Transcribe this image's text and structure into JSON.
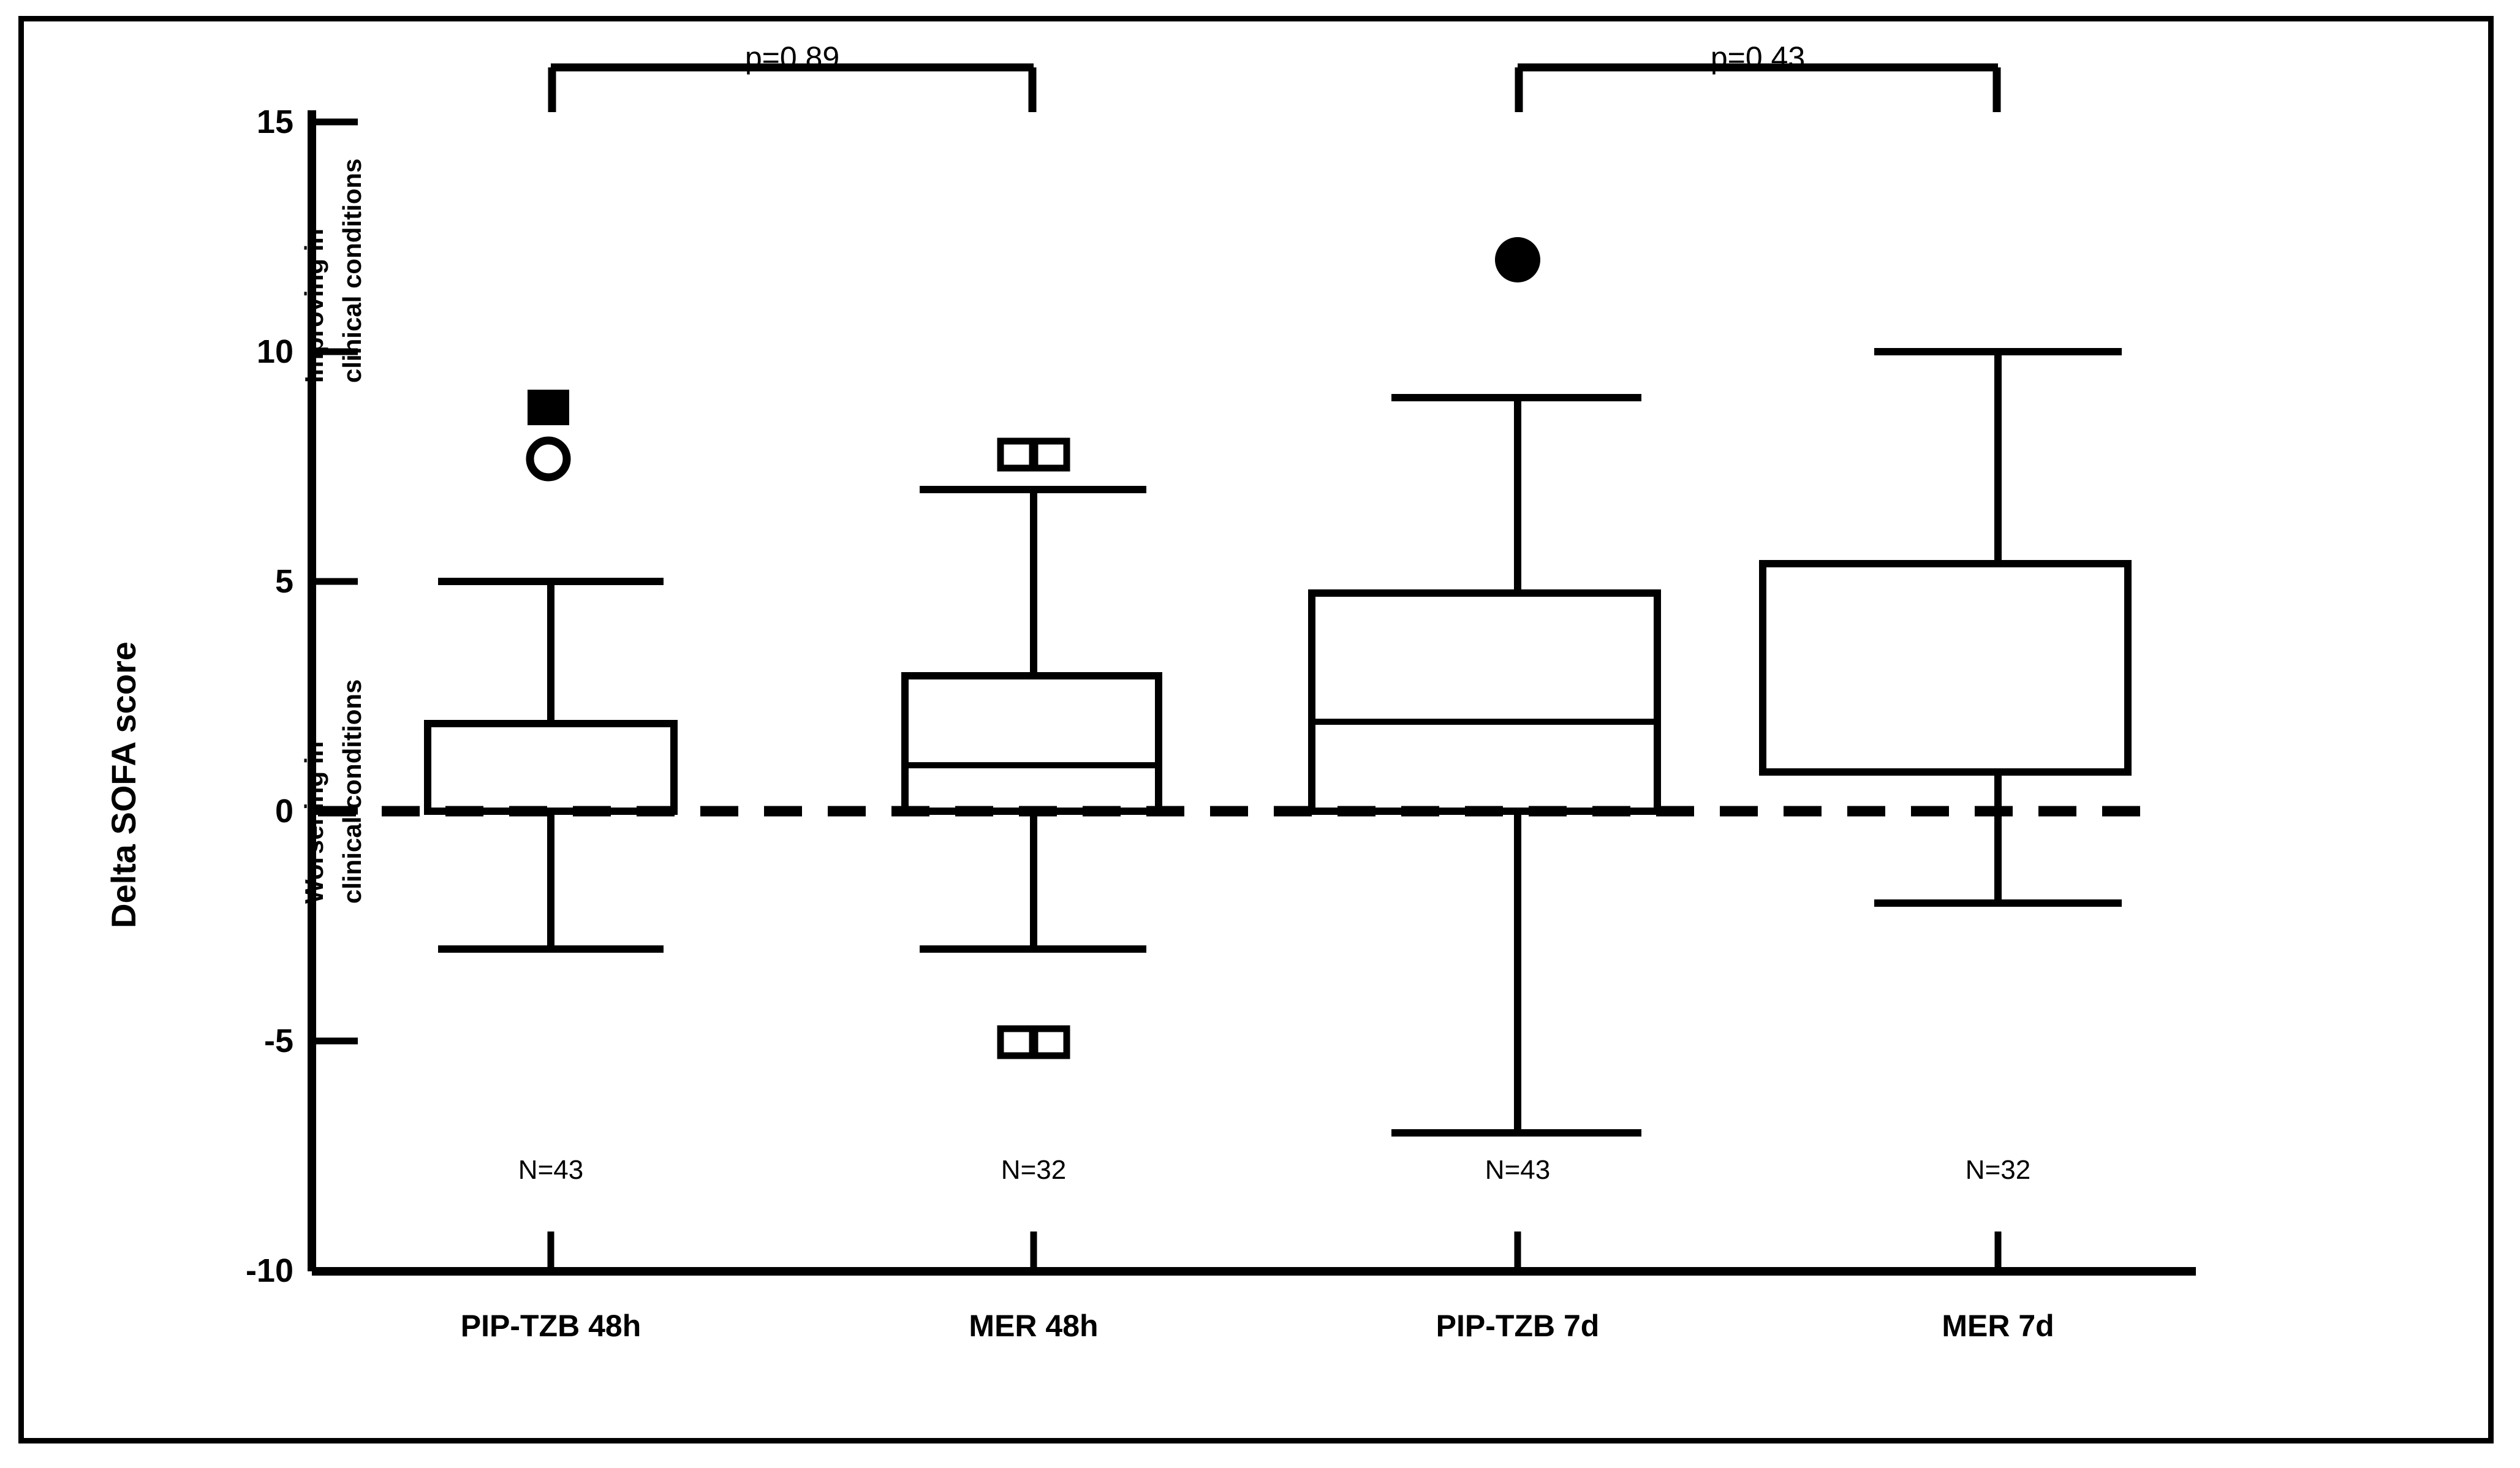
{
  "chart_data": {
    "type": "box",
    "title": "",
    "xlabel": "",
    "ylabel": "Delta SOFA score",
    "ylim": [
      -10,
      15
    ],
    "yticks": [
      15,
      10,
      5,
      0,
      -5,
      -10
    ],
    "ytick_labels": [
      "15",
      "10",
      "5",
      "0",
      "-5",
      "-10"
    ],
    "grid": false,
    "legend": "none",
    "zero_reference_line": 0,
    "categories": [
      "PIP-TZB 48h",
      "MER 48h",
      "PIP-TZB 7d",
      "MER 7d"
    ],
    "group_sizes": [
      "N=43",
      "N=32",
      "N=43",
      "N=32"
    ],
    "boxes": [
      {
        "category": "PIP-TZB 48h",
        "n_label": "N=43",
        "whisker_low": -3,
        "q1": 0,
        "median": 0,
        "q3": 1.9,
        "whisker_high": 5,
        "outliers": [
          {
            "value": 9,
            "marker": "filled-square"
          },
          {
            "value": 8,
            "marker": "open-circle"
          }
        ]
      },
      {
        "category": "MER 48h",
        "n_label": "N=32",
        "whisker_low": -3,
        "q1": 0,
        "median": 1,
        "q3": 2.95,
        "whisker_high": 7,
        "outliers": [
          {
            "value": 8,
            "marker": "open-square"
          },
          {
            "value": 8,
            "marker": "open-square"
          },
          {
            "value": -5,
            "marker": "open-square"
          },
          {
            "value": -5,
            "marker": "open-square"
          }
        ]
      },
      {
        "category": "PIP-TZB 7d",
        "n_label": "N=43",
        "whisker_low": -7,
        "q1": 0,
        "median": 1.95,
        "q3": 4.75,
        "whisker_high": 9,
        "outliers": [
          {
            "value": 12,
            "marker": "filled-circle"
          }
        ]
      },
      {
        "category": "MER 7d",
        "n_label": "N=32",
        "whisker_low": -2,
        "q1": 0.85,
        "median": 0.85,
        "q3": 5.4,
        "whisker_high": 10,
        "outliers": []
      }
    ],
    "annotations": [
      {
        "text": "p=0.89",
        "compares": [
          "PIP-TZB 48h",
          "MER 48h"
        ],
        "bracket_top": 14.9,
        "bracket_bottom": 14.0
      },
      {
        "text": "p=0.43",
        "compares": [
          "PIP-TZB 7d",
          "MER 7d"
        ],
        "bracket_top": 14.9,
        "bracket_bottom": 14.0
      }
    ],
    "axis_notes": [
      {
        "text": "Improving in",
        "orientation": "vertical",
        "region": "upper-left"
      },
      {
        "text": "clinical conditions",
        "orientation": "vertical",
        "region": "upper-left"
      },
      {
        "text": "Worsening in",
        "orientation": "vertical",
        "region": "lower-left"
      },
      {
        "text": "clinical conditions",
        "orientation": "vertical",
        "region": "lower-left"
      }
    ]
  },
  "axis": {
    "y_title": "Delta SOFA score",
    "tick_15": "15",
    "tick_10": "10",
    "tick_5": "5",
    "tick_0": "0",
    "tick_neg5": "-5",
    "tick_neg10": "-10"
  },
  "notes": {
    "improving_line1": "Improving in",
    "improving_line2": "clinical conditions",
    "worsening_line1": "Worsening in",
    "worsening_line2": "clinical conditions"
  },
  "categories": {
    "cat1": "PIP-TZB 48h",
    "cat2": "MER 48h",
    "cat3": "PIP-TZB 7d",
    "cat4": "MER 7d"
  },
  "counts": {
    "n1": "N=43",
    "n2": "N=32",
    "n3": "N=43",
    "n4": "N=32"
  },
  "pvalues": {
    "p1": "p=0.89",
    "p2": "p=0.43"
  },
  "colors": {
    "stroke": "#000000",
    "background": "#ffffff"
  }
}
